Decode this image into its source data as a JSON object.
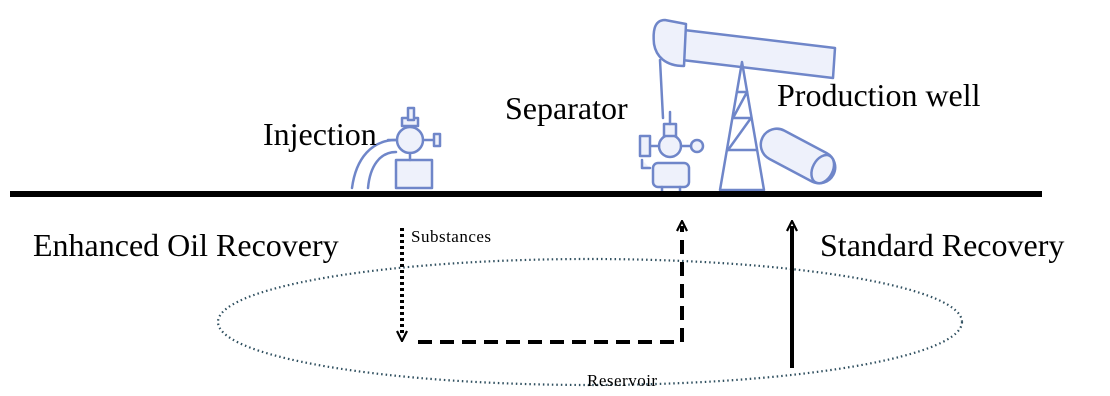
{
  "labels": {
    "injection": "Injection",
    "separator": "Separator",
    "production_well": "Production well",
    "enhanced_oil_recovery": "Enhanced Oil Recovery",
    "substances": "Substances",
    "standard_recovery": "Standard Recovery",
    "reservoir": "Reservoir"
  },
  "colors": {
    "equipment_stroke": "#6f86c9",
    "equipment_fill": "#eef1fb",
    "ground_line": "#000000",
    "reservoir_outline": "#2f4f5f"
  },
  "icons": [
    "injection-wellhead-icon",
    "separator-icon",
    "pumpjack-icon"
  ]
}
